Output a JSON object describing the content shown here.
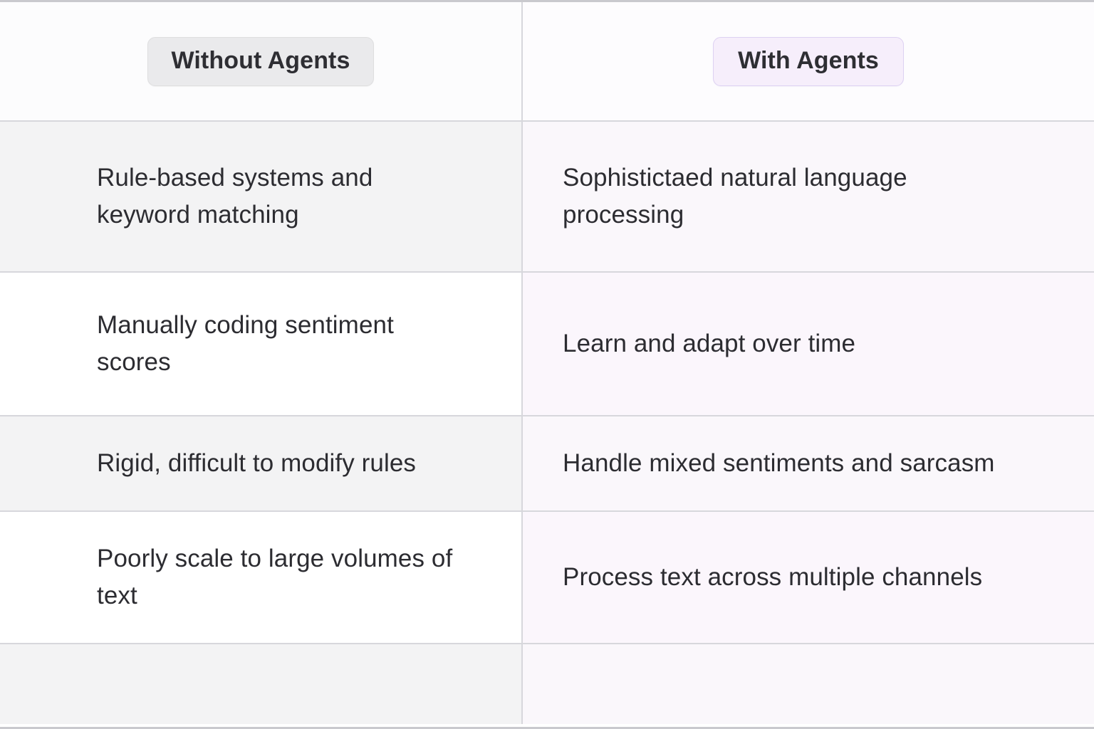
{
  "table": {
    "columns": [
      {
        "key": "without",
        "header_label": "Without Agents"
      },
      {
        "key": "with",
        "header_label": "With Agents"
      }
    ],
    "rows": [
      {
        "without": "Rule-based systems and keyword matching",
        "with": "Sophistictaed natural language processing"
      },
      {
        "without": "Manually coding sentiment scores",
        "with": "Learn and adapt over time"
      },
      {
        "without": "Rigid, difficult to modify rules",
        "with": "Handle mixed sentiments and sarcasm"
      },
      {
        "without": "Poorly scale to large volumes of text",
        "with": "Process text across multiple channels"
      },
      {
        "without": "",
        "with": ""
      }
    ]
  },
  "colors": {
    "pill_without_bg": "#eaeaec",
    "pill_without_border": "#dededf",
    "pill_with_bg": "#f6eefb",
    "pill_with_border": "#ddd1f2",
    "row_left_shaded": "#f3f3f4",
    "row_left_plain": "#ffffff",
    "row_right_shaded": "#faf7fb",
    "row_right_plain": "#fbf6fc",
    "grid_line": "#d7d7dc",
    "text": "#2c2c31"
  }
}
